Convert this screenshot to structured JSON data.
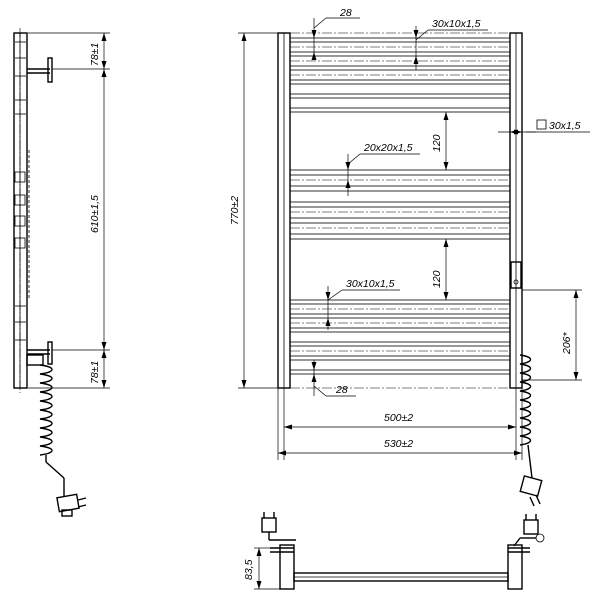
{
  "labels": {
    "bar_spacing_top": "28",
    "bar_spacing_bottom": "28",
    "top_bar_profile": "30x10x1,5",
    "middle_bar_profile": "20x20x1,5",
    "lower_bar_profile": "30x10x1,5",
    "gap_upper": "120",
    "gap_lower": "120",
    "upright_profile": "30x1,5",
    "overall_height": "770±2",
    "mount_top_offset": "78±1",
    "mount_spacing": "610±1,5",
    "mount_bottom_offset": "78±1",
    "inner_width": "500±2",
    "overall_width": "530±2",
    "connection_height": "206*",
    "depth": "83,5"
  },
  "icons": [
    "square-section-icon",
    "plug-icon",
    "coiled-cable-icon",
    "heating-element-icon"
  ]
}
